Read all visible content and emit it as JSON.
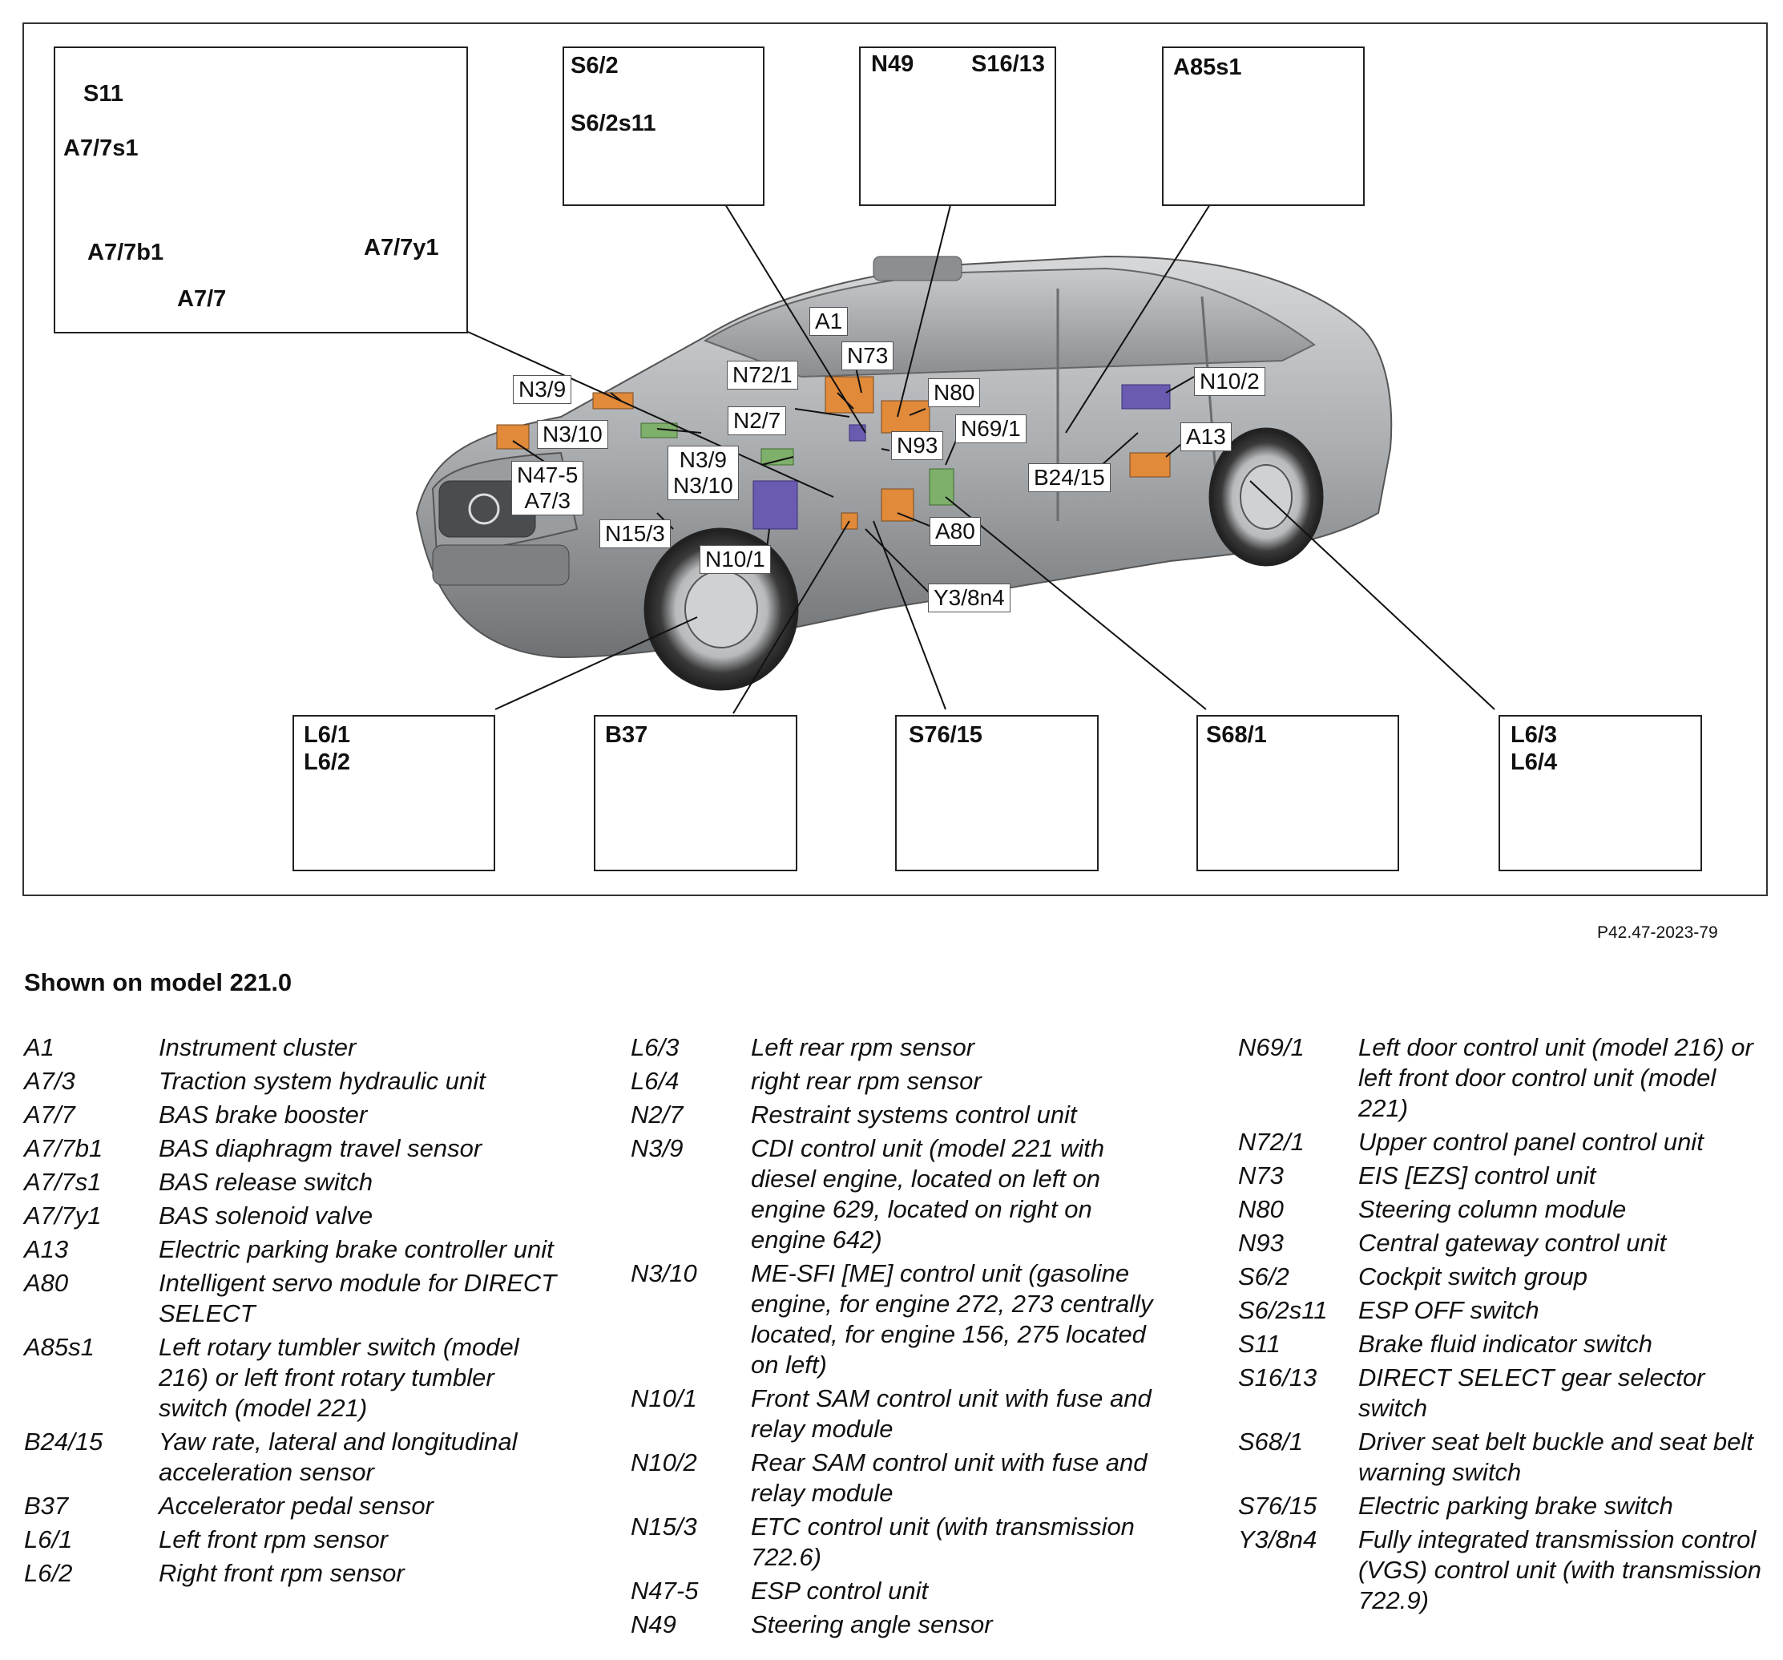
{
  "figure_id": "P42.47-2023-79",
  "caption": "Shown on model 221.0",
  "insets": {
    "bas": {
      "labels": [
        "S11",
        "A7/7s1",
        "A7/7b1",
        "A7/7",
        "A7/7y1"
      ]
    },
    "s62": {
      "labels": [
        "S6/2",
        "S6/2s11"
      ]
    },
    "n49": {
      "labels": [
        "N49",
        "S16/13"
      ]
    },
    "a85s1": {
      "labels": [
        "A85s1"
      ]
    },
    "l61": {
      "labels": [
        "L6/1\nL6/2"
      ]
    },
    "b37": {
      "labels": [
        "B37"
      ]
    },
    "s7615": {
      "labels": [
        "S76/15"
      ]
    },
    "s681": {
      "labels": [
        "S68/1"
      ]
    },
    "l63": {
      "labels": [
        "L6/3\nL6/4"
      ]
    }
  },
  "callouts": [
    "A1",
    "N73",
    "N72/1",
    "N80",
    "N3/9",
    "N2/7",
    "N3/10",
    "N93",
    "N69/1",
    "N10/2",
    "A13",
    "N47-5\nA7/3",
    "N3/9\nN3/10",
    "B24/15",
    "N15/3",
    "A80",
    "N10/1",
    "Y3/8n4"
  ],
  "legend": {
    "col1": [
      {
        "code": "A1",
        "desc": "Instrument cluster"
      },
      {
        "code": "A7/3",
        "desc": "Traction system hydraulic unit"
      },
      {
        "code": "A7/7",
        "desc": "BAS brake booster"
      },
      {
        "code": "A7/7b1",
        "desc": "BAS diaphragm travel sensor"
      },
      {
        "code": "A7/7s1",
        "desc": "BAS release switch"
      },
      {
        "code": "A7/7y1",
        "desc": "BAS solenoid valve"
      },
      {
        "code": "A13",
        "desc": "Electric parking brake controller unit"
      },
      {
        "code": "A80",
        "desc": "Intelligent servo module for DIRECT SELECT"
      },
      {
        "code": "A85s1",
        "desc": "Left rotary tumbler switch (model 216) or left front rotary tumbler switch (model 221)"
      },
      {
        "code": "B24/15",
        "desc": "Yaw rate, lateral and longitudinal acceleration sensor"
      },
      {
        "code": "B37",
        "desc": "Accelerator pedal sensor"
      },
      {
        "code": "L6/1",
        "desc": "Left front rpm sensor"
      },
      {
        "code": "L6/2",
        "desc": "Right front rpm sensor"
      }
    ],
    "col2": [
      {
        "code": "L6/3",
        "desc": "Left rear rpm sensor"
      },
      {
        "code": "L6/4",
        "desc": "right rear rpm sensor"
      },
      {
        "code": "N2/7",
        "desc": "Restraint systems control unit"
      },
      {
        "code": "N3/9",
        "desc": "CDI control unit (model 221 with diesel engine, located on left on engine 629, located on right on engine 642)"
      },
      {
        "code": "N3/10",
        "desc": "ME-SFI [ME] control unit (gasoline engine, for engine 272, 273 centrally located, for engine 156, 275 located on left)"
      },
      {
        "code": "N10/1",
        "desc": "Front SAM control unit with fuse and relay module"
      },
      {
        "code": "N10/2",
        "desc": "Rear SAM control unit with fuse and relay module"
      },
      {
        "code": "N15/3",
        "desc": "ETC control unit (with transmission 722.6)"
      },
      {
        "code": "N47-5",
        "desc": "ESP control unit"
      },
      {
        "code": "N49",
        "desc": "Steering angle sensor"
      }
    ],
    "col3": [
      {
        "code": "N69/1",
        "desc": "Left door control unit (model 216) or left front door control unit (model 221)"
      },
      {
        "code": "N72/1",
        "desc": "Upper control panel control unit"
      },
      {
        "code": "N73",
        "desc": "EIS [EZS] control unit"
      },
      {
        "code": "N80",
        "desc": "Steering column module"
      },
      {
        "code": "N93",
        "desc": "Central gateway control unit"
      },
      {
        "code": "S6/2",
        "desc": "Cockpit switch group"
      },
      {
        "code": "S6/2s11",
        "desc": "ESP OFF switch"
      },
      {
        "code": "S11",
        "desc": "Brake fluid indicator switch"
      },
      {
        "code": "S16/13",
        "desc": "DIRECT SELECT gear selector switch"
      },
      {
        "code": "S68/1",
        "desc": "Driver seat belt buckle and seat belt warning switch"
      },
      {
        "code": "S76/15",
        "desc": "Electric parking brake switch"
      },
      {
        "code": "Y3/8n4",
        "desc": "Fully integrated transmission control (VGS) control unit (with transmission 722.9)"
      }
    ]
  }
}
